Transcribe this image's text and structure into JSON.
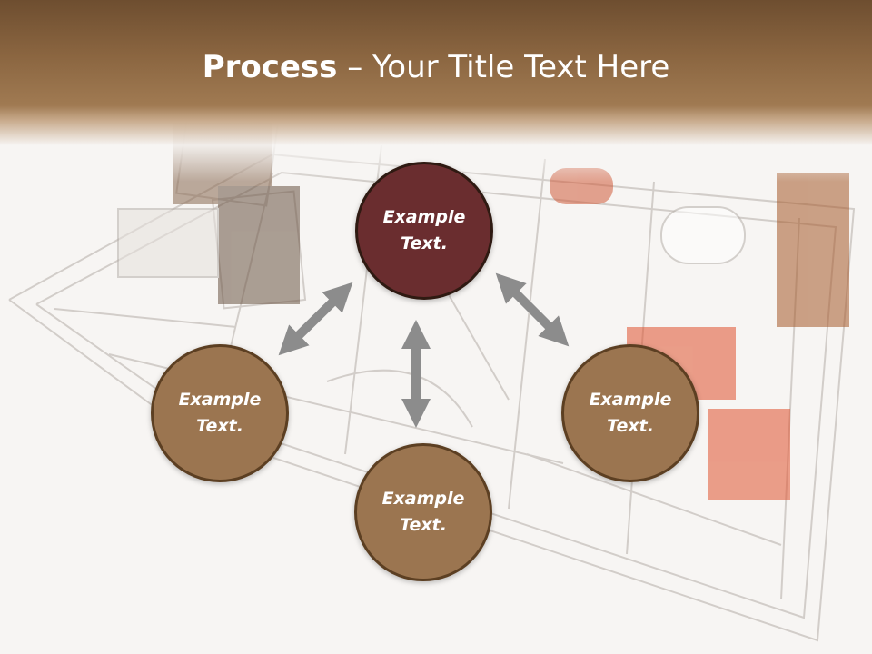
{
  "title": {
    "bold": "Process",
    "rest": " – Your Title Text Here"
  },
  "colors": {
    "header": "#8a6540",
    "center_node": "#6a2d2f",
    "outer_node": "#9b7550",
    "arrow": "#8c8c8c"
  },
  "nodes": {
    "top": "Example\nText.",
    "left": "Example\nText.",
    "right": "Example\nText.",
    "bottom": "Example\nText."
  }
}
